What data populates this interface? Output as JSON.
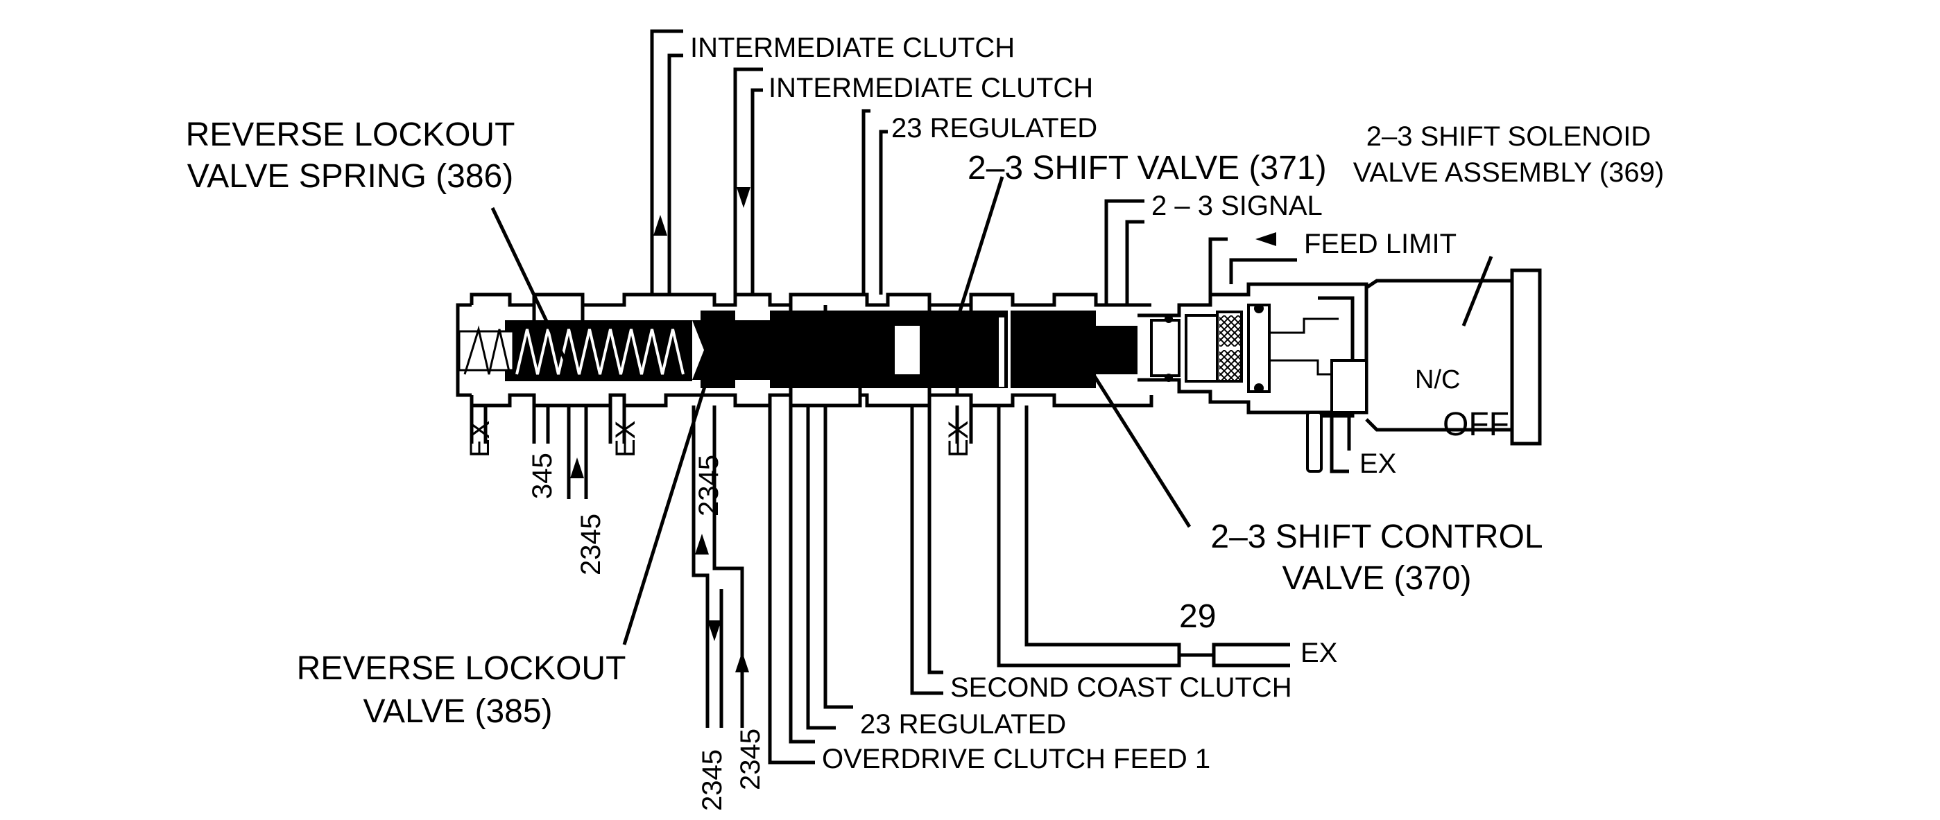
{
  "labels": {
    "intermediate_clutch_1": "INTERMEDIATE CLUTCH",
    "intermediate_clutch_2": "INTERMEDIATE CLUTCH",
    "regulated_23_top": "23 REGULATED",
    "shift_valve_371": "2–3 SHIFT VALVE (371)",
    "signal_23": "2 – 3 SIGNAL",
    "feed_limit": "FEED LIMIT",
    "solenoid_line1": "2–3 SHIFT SOLENOID",
    "solenoid_line2": "VALVE ASSEMBLY (369)",
    "reverse_spring_line1": "REVERSE LOCKOUT",
    "reverse_spring_line2": "VALVE SPRING (386)",
    "nc": "N/C",
    "off": "OFF",
    "ex_solenoid": "EX",
    "ex_left1": "EX",
    "ex_left2": "EX",
    "ex_mid": "EX",
    "p345": "345",
    "p2345_a": "2345",
    "p2345_b": "2345",
    "p2345_c": "2345",
    "p2345_d": "2345",
    "control_line1": "2–3 SHIFT CONTROL",
    "control_line2": "VALVE (370)",
    "orifice_29": "29",
    "ex_29": "EX",
    "second_coast": "SECOND COAST CLUTCH",
    "regulated_23_bottom": "23 REGULATED",
    "overdrive_feed": "OVERDRIVE CLUTCH FEED 1",
    "reverse_valve_line1": "REVERSE LOCKOUT",
    "reverse_valve_line2": "VALVE  (385)"
  }
}
